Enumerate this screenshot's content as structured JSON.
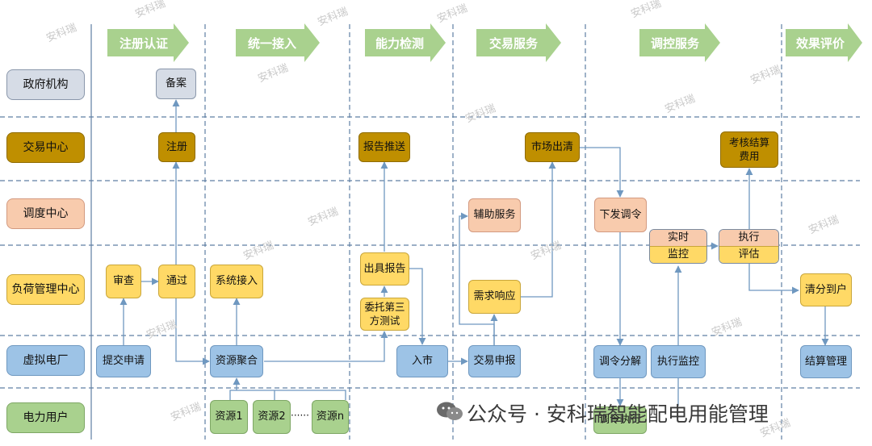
{
  "phases": [
    "注册认证",
    "统一接入",
    "能力检测",
    "交易服务",
    "调控服务",
    "效果评价"
  ],
  "lanes": [
    "政府机构",
    "交易中心",
    "调度中心",
    "负荷管理中心",
    "虚拟电厂",
    "电力用户"
  ],
  "nodes": {
    "beian": "备案",
    "zhuce": "注册",
    "shencha": "审查",
    "tongguo": "通过",
    "tijiao": "提交申请",
    "xitong": "系统接入",
    "juhe": "资源聚合",
    "res1": "资源1",
    "res2": "资源2",
    "dots": "······",
    "resn": "资源n",
    "baogao_ts": "报告推送",
    "chuju": "出具报告",
    "weituo": "委托第三方测试",
    "rushi": "入市",
    "fuzhu": "辅助服务",
    "xuqiu": "需求响应",
    "jiaoyi_sb": "交易申报",
    "shichang": "市场出清",
    "xiafa": "下发调令",
    "shishi": "实时",
    "jiankong": "监控",
    "zhixing_top": "执行",
    "pinggu": "评估",
    "tiaoling_fj": "调令分解",
    "zhixing_jk": "执行监控",
    "tiaoling_zx": "调令执行",
    "kaohe": "考核结算费用",
    "qingfen": "清分到户",
    "jiesuan": "结算管理"
  },
  "watermark": "安科瑞",
  "footer": "公众号 · 安科瑞智能配电用能管理",
  "colors": {
    "phase_arrow": "#a9d18e",
    "lane_gov": "#d6dce6",
    "lane_trade": "#bf8f00",
    "lane_dispatch": "#f8cbad",
    "lane_load": "#ffd966",
    "lane_vpp": "#9dc3e6",
    "lane_user": "#a9d18e",
    "connector": "#6f98c0"
  }
}
